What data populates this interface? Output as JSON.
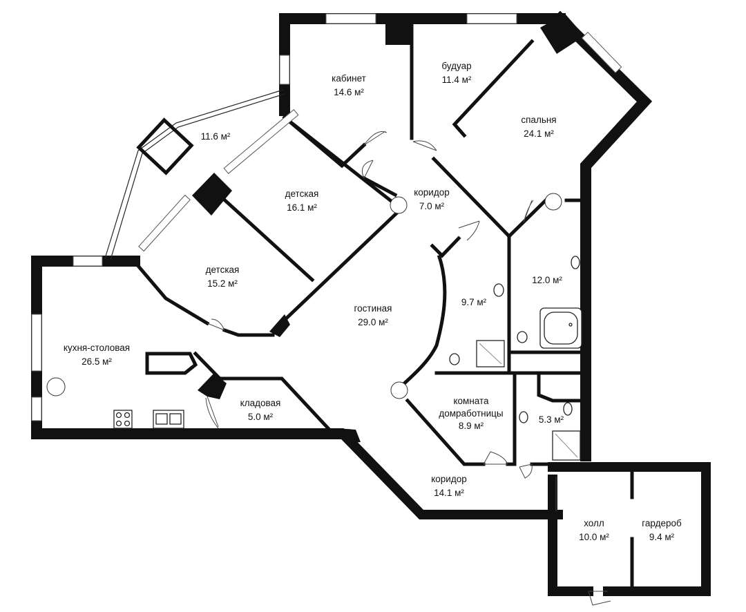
{
  "rooms": [
    {
      "id": "kabinet",
      "name": "кабинет",
      "area": "14.6 м²"
    },
    {
      "id": "buduar",
      "name": "будуар",
      "area": "11.4 м²"
    },
    {
      "id": "spalnya",
      "name": "спальня",
      "area": "24.1 м²"
    },
    {
      "id": "balcony",
      "name": "",
      "area": "11.6 м²"
    },
    {
      "id": "detskaya1",
      "name": "детская",
      "area": "16.1 м²"
    },
    {
      "id": "koridor1",
      "name": "коридор",
      "area": "7.0 м²"
    },
    {
      "id": "detskaya2",
      "name": "детская",
      "area": "15.2 м²"
    },
    {
      "id": "bath1",
      "name": "",
      "area": "12.0 м²"
    },
    {
      "id": "bath2",
      "name": "",
      "area": "9.7 м²"
    },
    {
      "id": "gostinaya",
      "name": "гостиная",
      "area": "29.0 м²"
    },
    {
      "id": "kukhnya",
      "name": "кухня-столовая",
      "area": "26.5 м²"
    },
    {
      "id": "kladovaya",
      "name": "кладовая",
      "area": "5.0 м²"
    },
    {
      "id": "domrab",
      "name": "комната",
      "name2": "домработницы",
      "area": "8.9 м²"
    },
    {
      "id": "bath3",
      "name": "",
      "area": "5.3 м²"
    },
    {
      "id": "koridor2",
      "name": "коридор",
      "area": "14.1 м²"
    },
    {
      "id": "holl",
      "name": "холл",
      "area": "10.0 м²"
    },
    {
      "id": "garderob",
      "name": "гардероб",
      "area": "9.4 м²"
    }
  ]
}
